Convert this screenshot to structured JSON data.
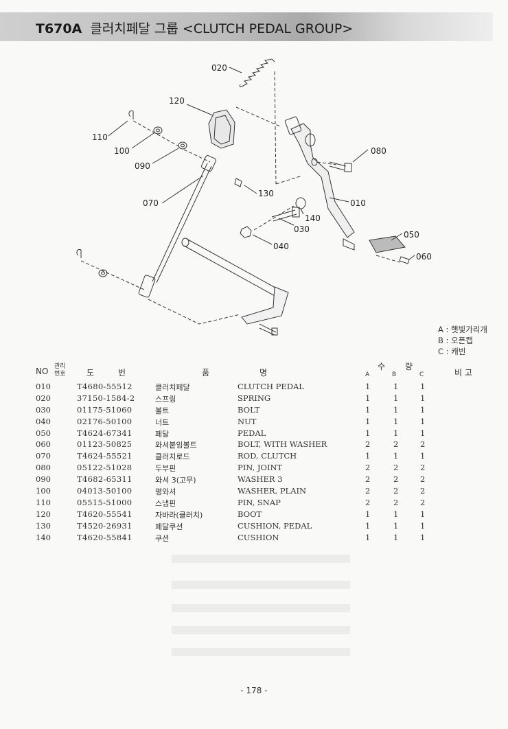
{
  "header": {
    "model": "T670A",
    "title_kr": "클러치페달 그룹",
    "title_en": "<CLUTCH PEDAL GROUP>"
  },
  "diagram": {
    "labels": [
      "020",
      "120",
      "110",
      "100",
      "090",
      "080",
      "130",
      "070",
      "010",
      "140",
      "030",
      "050",
      "040",
      "060"
    ]
  },
  "legend": [
    "A : 햇빛가리개",
    "B : 오픈캡",
    "C : 캐빈"
  ],
  "table": {
    "headers": {
      "no": "NO",
      "mgmt_1": "관리",
      "mgmt_2": "번호",
      "drawing_1": "도",
      "drawing_2": "번",
      "name_1": "품",
      "name_2": "명",
      "qty_1": "수",
      "qty_2": "량",
      "qa": "A",
      "qb": "B",
      "qc": "C",
      "remarks": "비 고"
    },
    "rows": [
      {
        "no": "010",
        "part": "T4680-55512",
        "kr": "클러치페달",
        "en": "CLUTCH PEDAL",
        "a": "1",
        "b": "1",
        "c": "1"
      },
      {
        "no": "020",
        "part": "37150-1584-2",
        "kr": "스프링",
        "en": "SPRING",
        "a": "1",
        "b": "1",
        "c": "1"
      },
      {
        "no": "030",
        "part": "01175-51060",
        "kr": "볼트",
        "en": "BOLT",
        "a": "1",
        "b": "1",
        "c": "1"
      },
      {
        "no": "040",
        "part": "02176-50100",
        "kr": "너트",
        "en": "NUT",
        "a": "1",
        "b": "1",
        "c": "1"
      },
      {
        "no": "050",
        "part": "T4624-67341",
        "kr": "페달",
        "en": "PEDAL",
        "a": "1",
        "b": "1",
        "c": "1"
      },
      {
        "no": "060",
        "part": "01123-50825",
        "kr": "와셔붙임볼트",
        "en": "BOLT, WITH WASHER",
        "a": "2",
        "b": "2",
        "c": "2"
      },
      {
        "no": "070",
        "part": "T4624-55521",
        "kr": "클러치로드",
        "en": "ROD, CLUTCH",
        "a": "1",
        "b": "1",
        "c": "1"
      },
      {
        "no": "080",
        "part": "05122-51028",
        "kr": "두부핀",
        "en": "PIN, JOINT",
        "a": "2",
        "b": "2",
        "c": "2"
      },
      {
        "no": "090",
        "part": "T4682-65311",
        "kr": "와셔 3(고무)",
        "en": "WASHER 3",
        "a": "2",
        "b": "2",
        "c": "2"
      },
      {
        "no": "100",
        "part": "04013-50100",
        "kr": "평와셔",
        "en": "WASHER, PLAIN",
        "a": "2",
        "b": "2",
        "c": "2"
      },
      {
        "no": "110",
        "part": "05515-51000",
        "kr": "스냅핀",
        "en": "PIN, SNAP",
        "a": "2",
        "b": "2",
        "c": "2"
      },
      {
        "no": "120",
        "part": "T4620-55541",
        "kr": "자바라(클러치)",
        "en": "BOOT",
        "a": "1",
        "b": "1",
        "c": "1"
      },
      {
        "no": "130",
        "part": "T4520-26931",
        "kr": "페달쿠션",
        "en": "CUSHION, PEDAL",
        "a": "1",
        "b": "1",
        "c": "1"
      },
      {
        "no": "140",
        "part": "T4620-55841",
        "kr": "쿠션",
        "en": "CUSHION",
        "a": "1",
        "b": "1",
        "c": "1"
      }
    ]
  },
  "page_number": "- 178 -"
}
